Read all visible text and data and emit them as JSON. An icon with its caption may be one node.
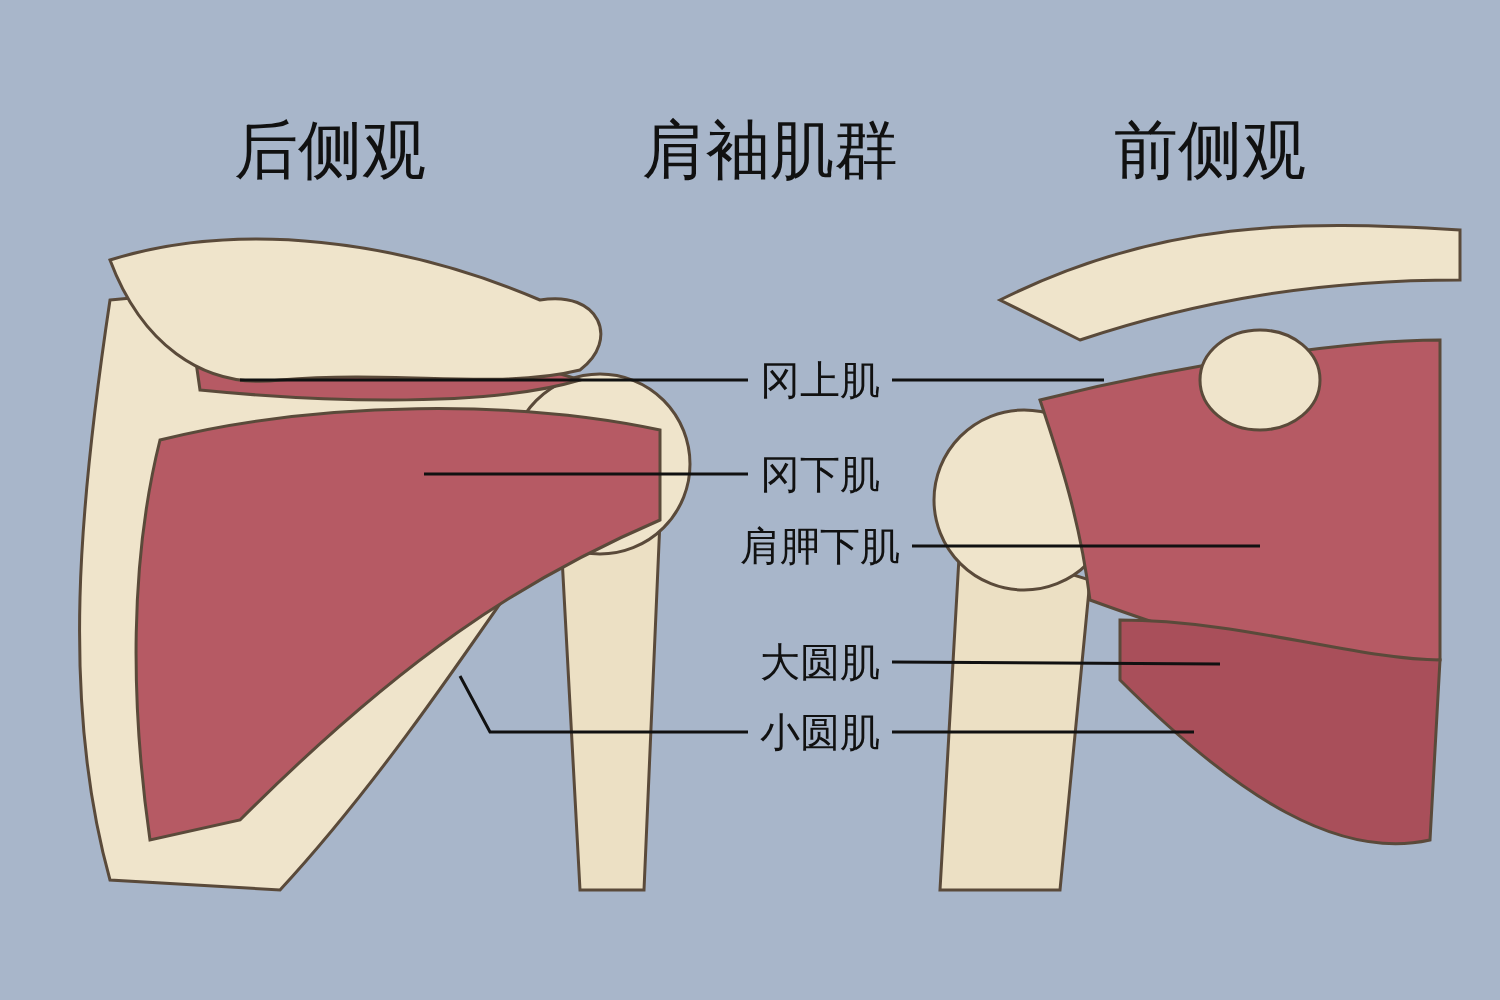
{
  "diagram": {
    "title": "肩袖肌群",
    "nodes": [
      {
        "text": [
          "冈上肌"
        ]
      },
      {
        "text": [
          "冈下肌"
        ]
      },
      {
        "text": [
          "肩胛下肌"
        ]
      },
      {
        "text": [
          "大圆肌"
        ]
      },
      {
        "text": [
          "小圆肌"
        ]
      }
    ],
    "edges": [
      {
        "from": 0,
        "to": null,
        "arrow": "none"
      },
      {
        "from": 0,
        "to": null,
        "arrow": "none"
      },
      {
        "from": 1,
        "to": null,
        "arrow": "none"
      },
      {
        "from": 2,
        "to": null,
        "arrow": "none"
      },
      {
        "from": 3,
        "to": null,
        "arrow": "none"
      },
      {
        "from": 4,
        "to": null,
        "arrow": "none"
      },
      {
        "from": 4,
        "to": null,
        "arrow": "none"
      }
    ],
    "labels": [
      "后侧观",
      "前侧观"
    ]
  }
}
